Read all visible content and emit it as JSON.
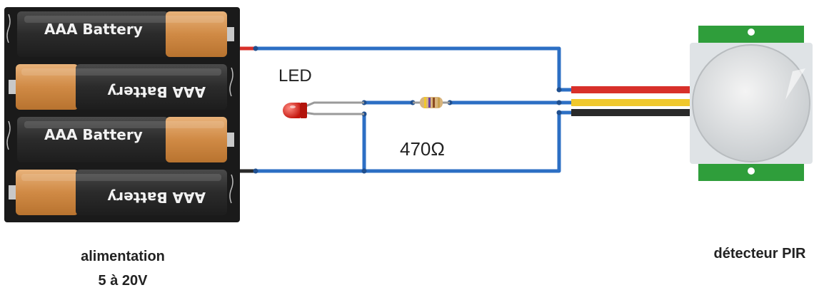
{
  "battery_pack": {
    "cell_label": "AAA Battery",
    "caption_line1": "alimentation",
    "caption_line2": "5 à 20V"
  },
  "led": {
    "label": "LED"
  },
  "resistor": {
    "label": "470Ω"
  },
  "pir": {
    "label": "détecteur PIR"
  },
  "colors": {
    "wire": "#2c6fc4",
    "wire_red": "#d8302a",
    "wire_yellow": "#f0c82c",
    "wire_black": "#2a2a2a",
    "pcb_green": "#2f9e3b",
    "battery_body": "#333333",
    "battery_cap": "#d89a55"
  }
}
